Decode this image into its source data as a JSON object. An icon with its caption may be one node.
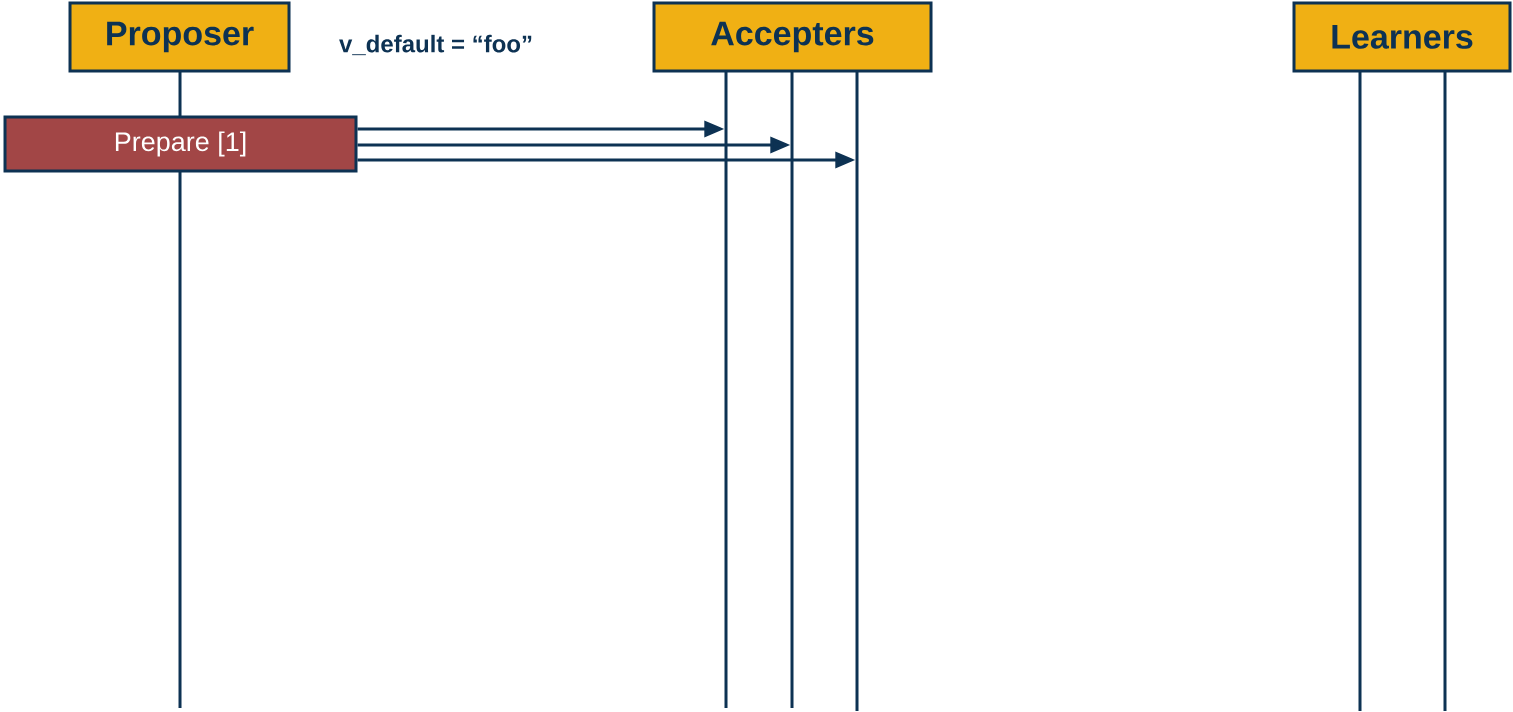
{
  "diagram": {
    "nodes": [
      {
        "text": [
          "Proposer"
        ]
      },
      {
        "text": [
          "Accepters"
        ]
      },
      {
        "text": [
          "Learners"
        ]
      },
      {
        "text": [
          "Prepare [1]"
        ]
      },
      {
        "text": [],
        "shape": "line"
      },
      {
        "text": [],
        "shape": "line"
      },
      {
        "text": [],
        "shape": "line"
      },
      {
        "text": [],
        "shape": "line"
      },
      {
        "text": [],
        "shape": "line"
      },
      {
        "text": [],
        "shape": "line"
      }
    ],
    "edges": [
      {
        "from": 3,
        "to": 5,
        "arrow": "to"
      },
      {
        "from": 3,
        "to": 6,
        "arrow": "to"
      },
      {
        "from": 3,
        "to": 7,
        "arrow": "to"
      }
    ],
    "labels": [
      "v_default = “foo”"
    ]
  }
}
